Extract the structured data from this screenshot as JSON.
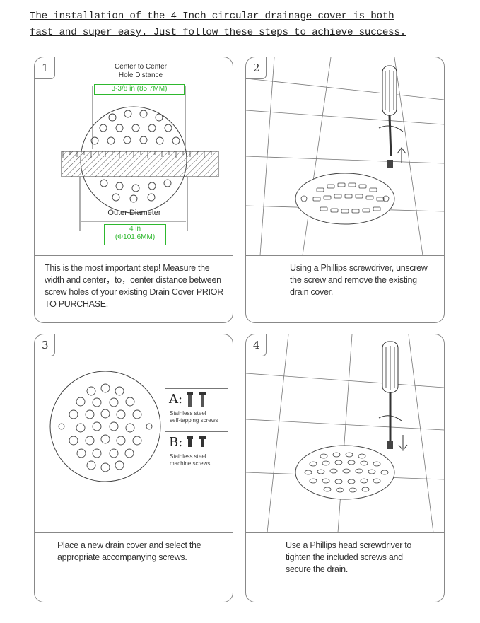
{
  "header": {
    "line1": "The installation of the 4 Inch circular drainage cover is both",
    "line2": "fast and super easy. Just follow these steps to achieve success."
  },
  "steps": [
    {
      "number": "1",
      "caption": "This is the most important step! Measure the width and center，to，center distance between screw holes of your existing Drain Cover PRIOR TO PURCHASE.",
      "center_label": "Center to Center",
      "hole_label": "Hole Distance",
      "hole_value": "3-3/8 in (85.7MM)",
      "outer_label": "Outer Diameter",
      "outer_value_line1": "4 in",
      "outer_value_line2": "(Φ101.6MM)"
    },
    {
      "number": "2",
      "caption": "Using a Phillips screwdriver, unscrew the screw and remove the existing drain cover."
    },
    {
      "number": "3",
      "caption": "Place a new drain cover and select the appropriate accompanying screws.",
      "option_a_letter": "A:",
      "option_a_desc1": "Stainless steel",
      "option_a_desc2": "self-tapping screws",
      "option_b_letter": "B:",
      "option_b_desc1": "Stainless steel",
      "option_b_desc2": "machine screws"
    },
    {
      "number": "4",
      "caption": "Use a Phillips head screwdriver to tighten the included screws and secure the drain."
    }
  ]
}
